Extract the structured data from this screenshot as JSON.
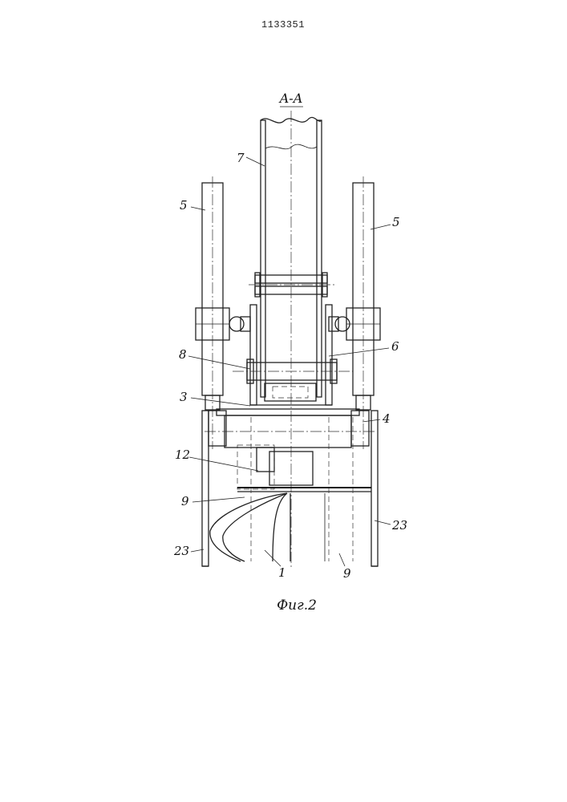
{
  "patent_number": "1133351",
  "section_label": "A-A",
  "figure_caption": "Фuг.2",
  "part_labels": {
    "label_7": "7",
    "label_5_left": "5",
    "label_5_right": "5",
    "label_8": "8",
    "label_6": "6",
    "label_3": "3",
    "label_4": "4",
    "label_12": "12",
    "label_9_left": "9",
    "label_23_right": "23",
    "label_23_left": "23",
    "label_1": "1",
    "label_9_bottom": "9"
  }
}
